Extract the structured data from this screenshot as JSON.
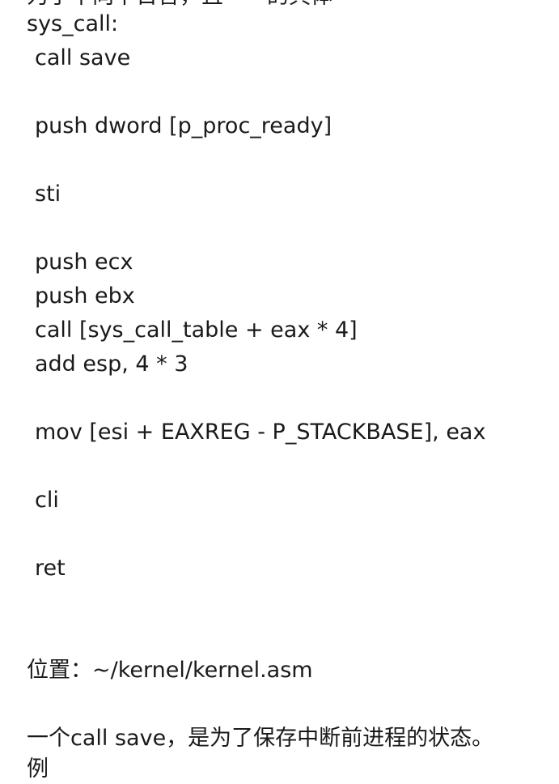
{
  "document": {
    "top_cut_line": "为了不向下日言，且一一的具体",
    "label": "sys_call:",
    "code_lines": [
      "call save",
      "push dword [p_proc_ready]",
      "sti",
      "push ecx",
      "push ebx",
      "call [sys_call_table + eax * 4]",
      "add esp, 4 * 3",
      "mov [esi + EAXREG - P_STACKBASE], eax",
      "cli",
      "ret"
    ],
    "location": "位置：~/kernel/kernel.asm",
    "explanation": "一个call save，是为了保存中断前进程的状态。",
    "bottom_cut_line": "例"
  }
}
